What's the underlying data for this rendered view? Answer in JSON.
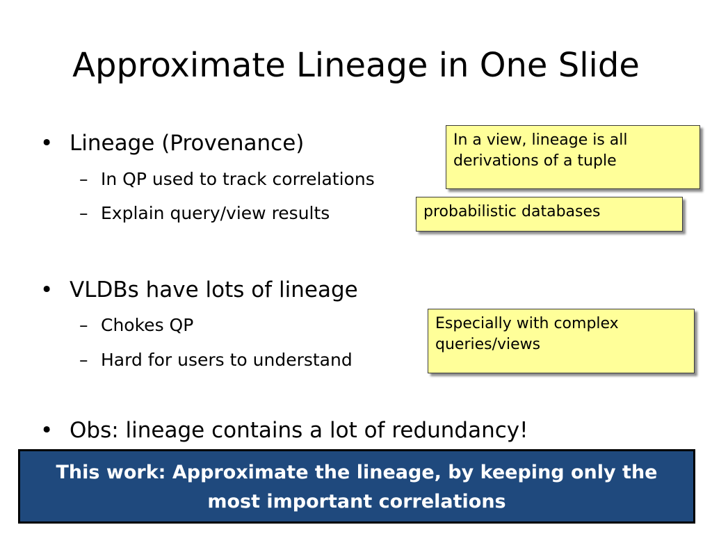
{
  "slide": {
    "title": "Approximate Lineage in One Slide",
    "bullets": [
      {
        "marker": "•",
        "text": "Lineage (Provenance)",
        "subs": [
          {
            "marker": "–",
            "text": "In QP used to track correlations"
          },
          {
            "marker": "–",
            "text": "Explain query/view results"
          }
        ]
      },
      {
        "marker": "•",
        "text": "VLDBs have lots of lineage",
        "subs": [
          {
            "marker": "–",
            "text": "Chokes QP"
          },
          {
            "marker": "–",
            "text": "Hard for users to understand"
          }
        ]
      },
      {
        "marker": "•",
        "text": "Obs: lineage contains a lot of redundancy!",
        "subs": []
      }
    ],
    "notes": [
      {
        "text": "In a view, lineage is all derivations of a tuple"
      },
      {
        "text": "probabilistic databases"
      },
      {
        "text": "Especially with complex queries/views"
      }
    ],
    "banner": {
      "line1": "This work: Approximate the lineage, by keeping only the",
      "line2": "most important correlations"
    },
    "colors": {
      "note_fill": "#ffff99",
      "banner_fill": "#1f497d",
      "banner_text": "#ffffff"
    }
  }
}
